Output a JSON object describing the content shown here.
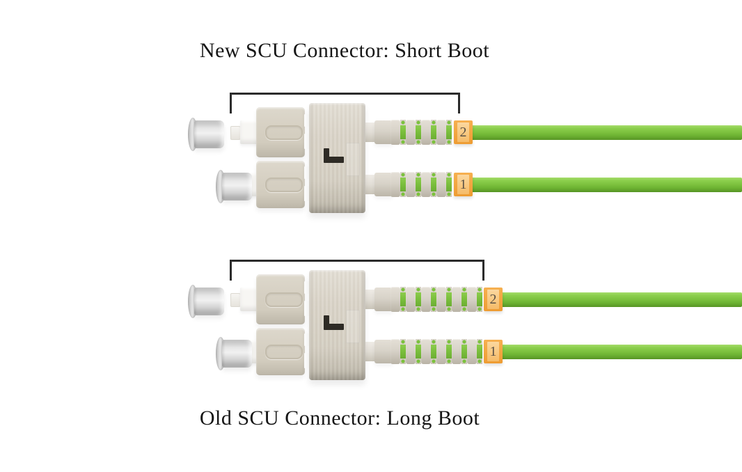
{
  "figure": {
    "background": "#ffffff",
    "description_labels": [
      "New SCU Connector: Short Boot",
      "Old SCU Connector: Long Boot"
    ]
  },
  "colors": {
    "cable_green": "#7cc13e",
    "tag_orange": "#ef9d35",
    "tag_inner_orange": "#f8c985",
    "connector_beige": "#d5cfc2",
    "boot_gray": "#d8d3c9",
    "latch_slot_black": "#2e2b25",
    "bracket_black": "#2b2b2b",
    "text_black": "#161616"
  },
  "assemblies": [
    {
      "title": "New SCU Connector: Short Boot",
      "connector_type": "New SCU",
      "boot_type": "Short Boot",
      "boot_segments": 4,
      "channels": [
        {
          "tag": "2",
          "dust_cap": "removed"
        },
        {
          "tag": "1",
          "dust_cap": "attached"
        }
      ]
    },
    {
      "title": "Old SCU Connector: Long Boot",
      "connector_type": "Old SCU",
      "boot_type": "Long Boot",
      "boot_segments": 6,
      "channels": [
        {
          "tag": "2",
          "dust_cap": "removed"
        },
        {
          "tag": "1",
          "dust_cap": "attached"
        }
      ]
    }
  ]
}
